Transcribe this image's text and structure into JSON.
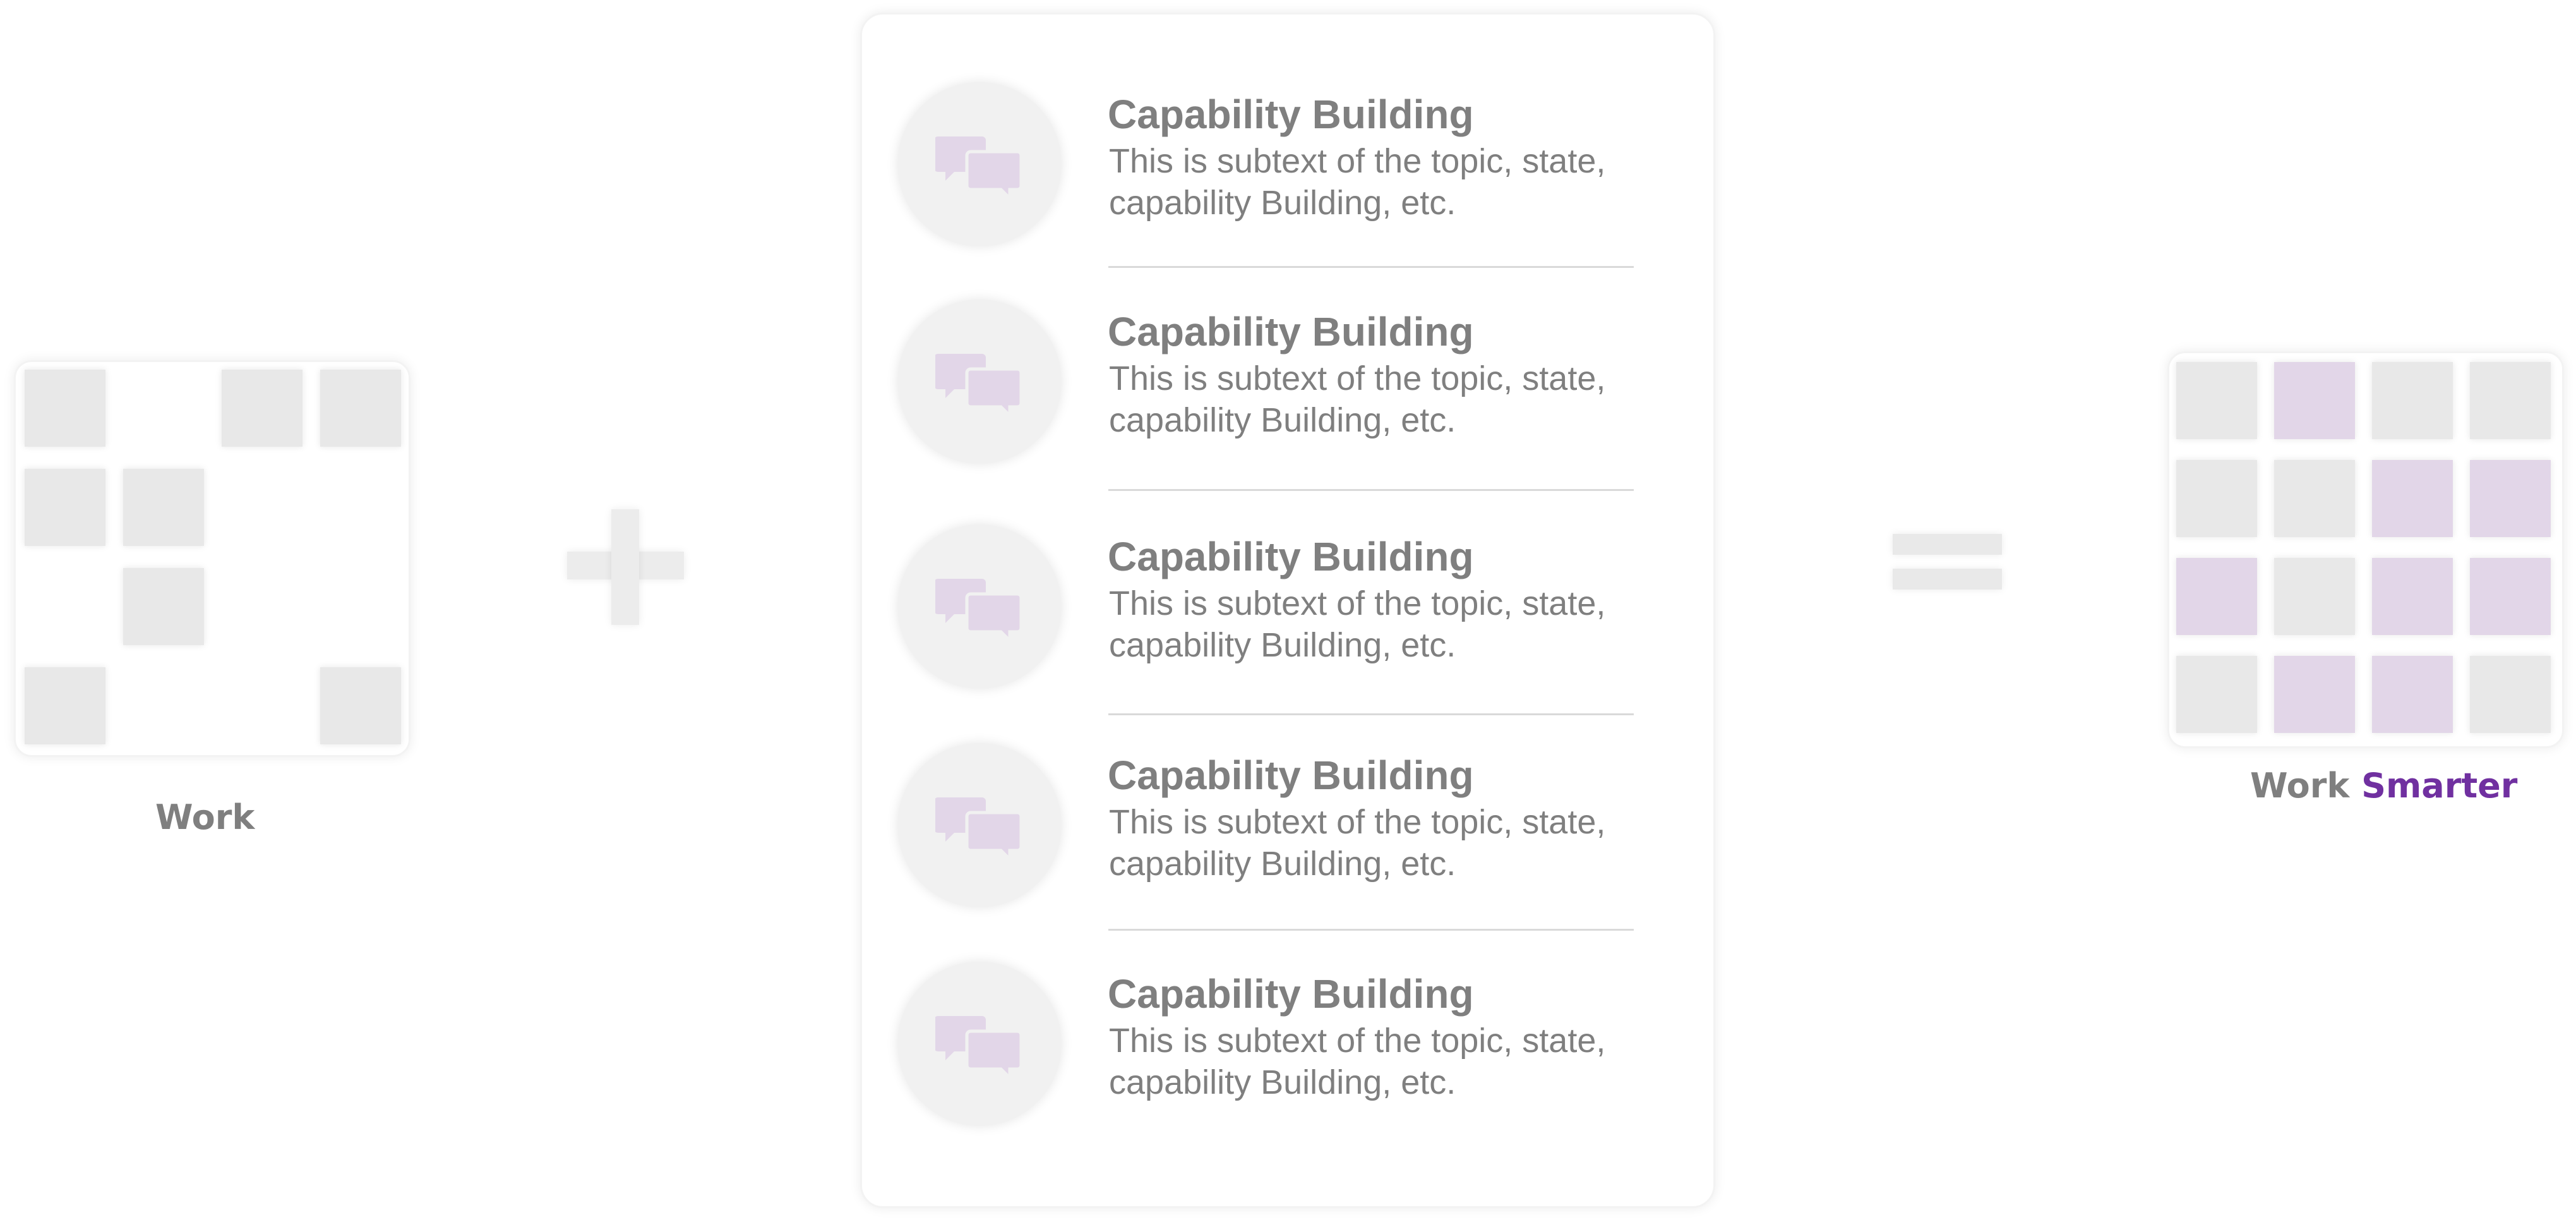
{
  "left_label": "Work",
  "right_label": {
    "part1": "Work",
    "part2": "Smarter"
  },
  "colors": {
    "text_gray": "#7f7f7f",
    "accent_purple": "#7030a0",
    "light_purple": "#e2d6e8",
    "tile_gray": "#e8e8e8"
  },
  "operators": {
    "plus": "plus-icon",
    "equals": "equals-icon"
  },
  "items": [
    {
      "title": "Capability Building",
      "subtext": "This is subtext of the topic, state, capability Building, etc.",
      "icon": "chat-bubbles-icon"
    },
    {
      "title": "Capability Building",
      "subtext": "This is subtext of the topic, state, capability Building, etc.",
      "icon": "chat-bubbles-icon"
    },
    {
      "title": "Capability Building",
      "subtext": "This is subtext of the topic, state, capability Building, etc.",
      "icon": "chat-bubbles-icon"
    },
    {
      "title": "Capability Building",
      "subtext": "This is subtext of the topic, state, capability Building, etc.",
      "icon": "chat-bubbles-icon"
    },
    {
      "title": "Capability Building",
      "subtext": "This is subtext of the topic, state, capability Building, etc.",
      "icon": "chat-bubbles-icon"
    }
  ],
  "left_grid": [
    [
      1,
      0,
      1,
      1
    ],
    [
      1,
      1,
      0,
      0
    ],
    [
      0,
      1,
      0,
      0
    ],
    [
      1,
      0,
      0,
      1
    ]
  ],
  "right_grid": [
    [
      0,
      1,
      0,
      0
    ],
    [
      0,
      0,
      1,
      1
    ],
    [
      1,
      0,
      1,
      1
    ],
    [
      0,
      1,
      1,
      0
    ]
  ]
}
